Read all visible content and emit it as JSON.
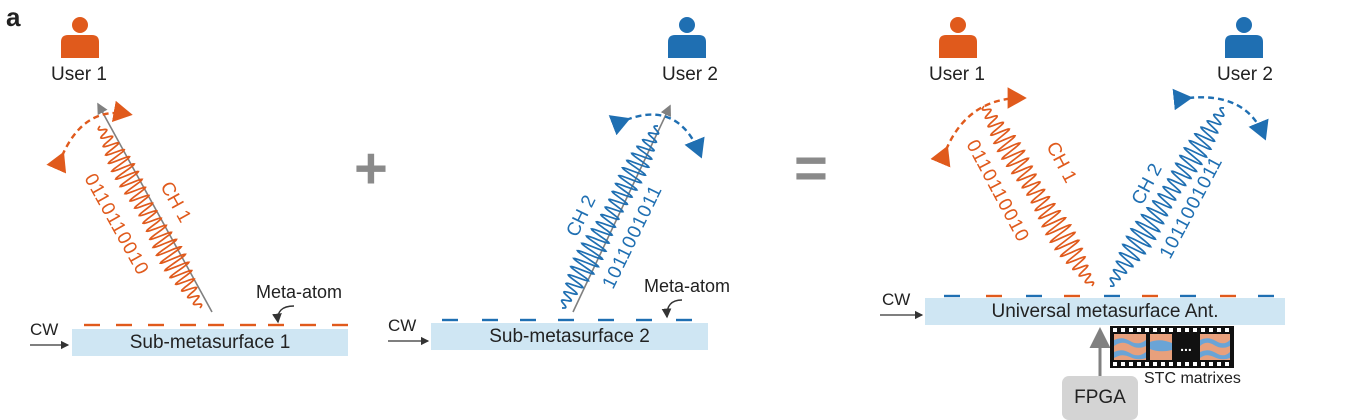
{
  "panel_letter": "a",
  "colors": {
    "user1": "#e05a1c",
    "user2": "#1f6fb2",
    "slab": "#cfe6f3",
    "arrow": "#808080",
    "operator": "#8a8a8a",
    "fpga": "#d4d4d4"
  },
  "icons": {
    "user": "person-icon",
    "film": "film-strip-icon"
  },
  "left": {
    "user_label": "User 1",
    "channel": "CH 1",
    "bits": "0110110010",
    "meta_label": "Meta-atom",
    "cw_label": "CW",
    "slab_label": "Sub-metasurface 1"
  },
  "middle": {
    "user_label": "User 2",
    "channel": "CH 2",
    "bits": "1011001011",
    "meta_label": "Meta-atom",
    "cw_label": "CW",
    "slab_label": "Sub-metasurface 2"
  },
  "operators": {
    "plus": "+",
    "equals": "="
  },
  "right": {
    "user1_label": "User 1",
    "user2_label": "User 2",
    "channel1": "CH 1",
    "bits1": "0110110010",
    "channel2": "CH 2",
    "bits2": "1011001011",
    "cw_label": "CW",
    "slab_label": "Universal metasurface Ant.",
    "stc_label": "STC matrixes",
    "film_ellipsis": "...",
    "fpga_label": "FPGA"
  }
}
